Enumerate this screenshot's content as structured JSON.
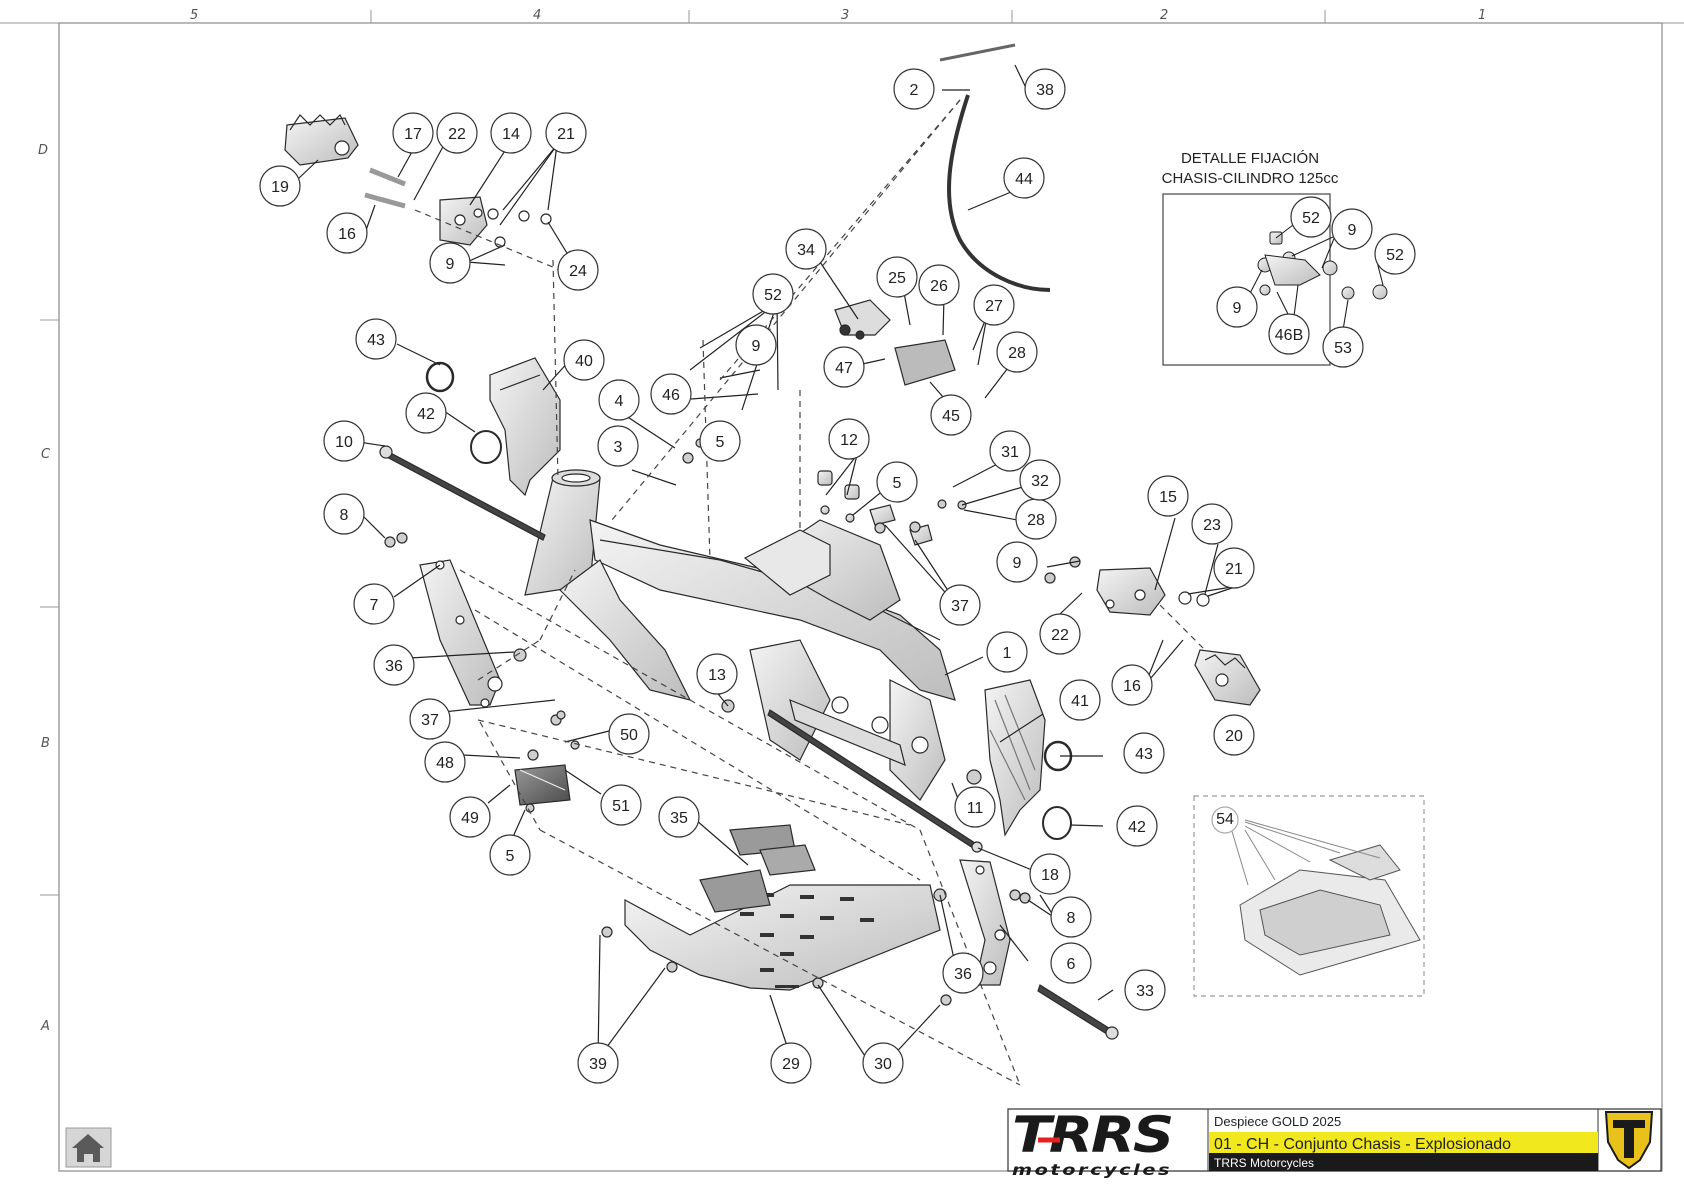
{
  "sheet": {
    "column_labels": [
      "5",
      "4",
      "3",
      "2",
      "1"
    ],
    "row_labels": [
      "D",
      "C",
      "B",
      "A"
    ]
  },
  "detail": {
    "title_line1": "DETALLE FIJACIÓN",
    "title_line2": "CHASIS-CILINDRO 125cc"
  },
  "title_block": {
    "brand_main": "TRRS",
    "brand_sub": "motorcycles",
    "line1": "Despiece GOLD 2025",
    "line2": "01 - CH - Conjunto Chasis - Explosionado",
    "line3": "TRRS Motorcycles",
    "accent_color": "#f2e81e",
    "dark_color": "#1a1a1a",
    "logo_color": "#e8c21a"
  },
  "nav": {
    "home_icon": "home-icon"
  },
  "callouts": {
    "c1": "1",
    "c2": "2",
    "c3": "3",
    "c4": "4",
    "c5a": "5",
    "c5b": "5",
    "c5c": "5",
    "c6": "6",
    "c7": "7",
    "c8a": "8",
    "c8b": "8",
    "c9a": "9",
    "c9b": "9",
    "c9c": "9",
    "c10": "10",
    "c11": "11",
    "c12": "12",
    "c13": "13",
    "c14": "14",
    "c15": "15",
    "c16a": "16",
    "c16b": "16",
    "c17": "17",
    "c18": "18",
    "c19": "19",
    "c20": "20",
    "c21a": "21",
    "c21b": "21",
    "c22a": "22",
    "c22b": "22",
    "c23": "23",
    "c24": "24",
    "c25": "25",
    "c26": "26",
    "c27": "27",
    "c28a": "28",
    "c28b": "28",
    "c29": "29",
    "c30": "30",
    "c31": "31",
    "c32": "32",
    "c33": "33",
    "c34": "34",
    "c35": "35",
    "c36a": "36",
    "c36b": "36",
    "c37a": "37",
    "c37b": "37",
    "c38": "38",
    "c39": "39",
    "c40": "40",
    "c41": "41",
    "c42a": "42",
    "c42b": "42",
    "c43a": "43",
    "c43b": "43",
    "c44": "44",
    "c45": "45",
    "c46": "46",
    "c47": "47",
    "c48": "48",
    "c49": "49",
    "c50": "50",
    "c51": "51",
    "c52": "52",
    "d52a": "52",
    "d52b": "52",
    "d9a": "9",
    "d9b": "9",
    "d46b": "46B",
    "d53": "53",
    "c54": "54"
  }
}
